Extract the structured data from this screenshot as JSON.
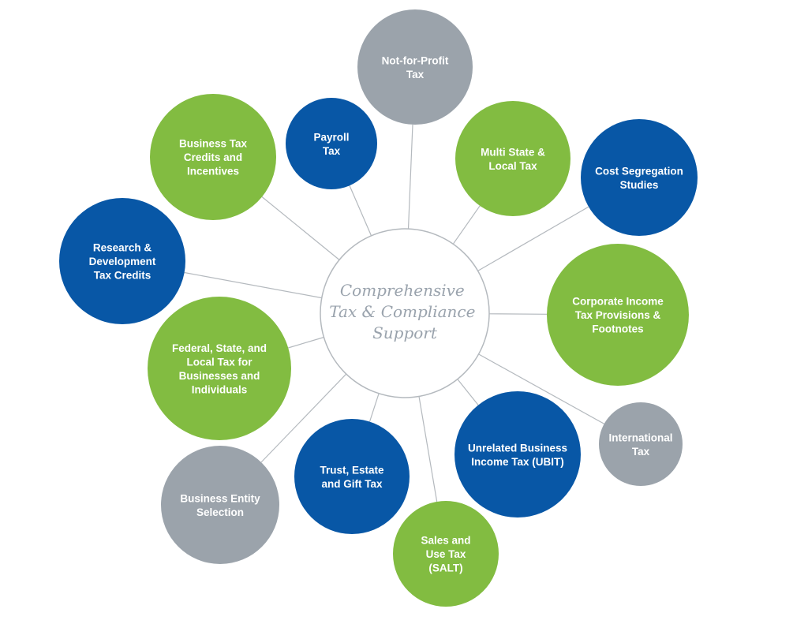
{
  "colors": {
    "green": "#82bc41",
    "blue": "#0857a6",
    "gray": "#9ba3ab",
    "center_border": "#b4b9be",
    "center_text": "#9aa3ad",
    "connector": "#b4b9be"
  },
  "center": {
    "lines": [
      "Comprehensive",
      "Tax & Compliance",
      "Support"
    ]
  },
  "nodes": [
    {
      "id": "not-for-profit-tax",
      "color": "gray",
      "lines": [
        "Not-for-Profit",
        "Tax"
      ]
    },
    {
      "id": "payroll-tax",
      "color": "blue",
      "lines": [
        "Payroll",
        "Tax"
      ]
    },
    {
      "id": "multi-state-local-tax",
      "color": "green",
      "lines": [
        "Multi State &",
        "Local Tax"
      ]
    },
    {
      "id": "cost-segregation-studies",
      "color": "blue",
      "lines": [
        "Cost Segregation",
        "Studies"
      ]
    },
    {
      "id": "business-tax-credits",
      "color": "green",
      "lines": [
        "Business Tax",
        "Credits and",
        "Incentives"
      ]
    },
    {
      "id": "research-development-tax-credits",
      "color": "blue",
      "lines": [
        "Research &",
        "Development",
        "Tax Credits"
      ]
    },
    {
      "id": "corporate-income-tax-provisions",
      "color": "green",
      "lines": [
        "Corporate Income",
        "Tax Provisions &",
        "Footnotes"
      ]
    },
    {
      "id": "federal-state-local-tax",
      "color": "green",
      "lines": [
        "Federal, State, and",
        "Local Tax for",
        "Businesses and",
        "Individuals"
      ]
    },
    {
      "id": "international-tax",
      "color": "gray",
      "lines": [
        "International",
        "Tax"
      ]
    },
    {
      "id": "unrelated-business-income-tax",
      "color": "blue",
      "lines": [
        "Unrelated Business",
        "Income Tax (UBIT)"
      ]
    },
    {
      "id": "trust-estate-gift-tax",
      "color": "blue",
      "lines": [
        "Trust, Estate",
        "and Gift Tax"
      ]
    },
    {
      "id": "business-entity-selection",
      "color": "gray",
      "lines": [
        "Business Entity",
        "Selection"
      ]
    },
    {
      "id": "sales-use-tax",
      "color": "green",
      "lines": [
        "Sales and",
        "Use Tax",
        "(SALT)"
      ]
    }
  ]
}
